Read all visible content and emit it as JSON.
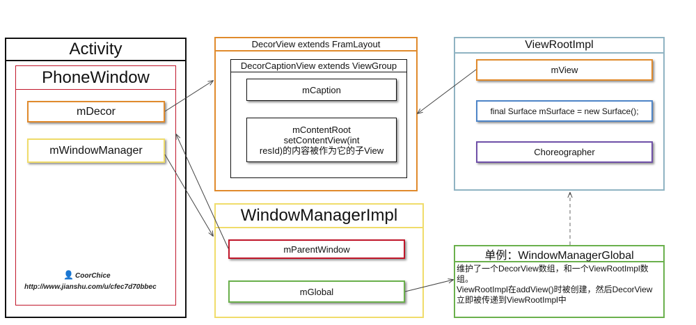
{
  "activity": {
    "title": "Activity"
  },
  "phone_window": {
    "title": "PhoneWindow",
    "fields": {
      "decor": "mDecor",
      "window_manager": "mWindowManager"
    }
  },
  "decor_view": {
    "title": "DecorView extends FramLayout",
    "caption_view": {
      "title": "DecorCaptionView extends ViewGroup",
      "caption": "mCaption",
      "content_root_lines": [
        "mContentRoot",
        "setContentView(int",
        "resId)的内容被作为它的子View"
      ]
    }
  },
  "view_root_impl": {
    "title": "ViewRootImpl",
    "fields": {
      "view": "mView",
      "surface": "final Surface mSurface = new Surface();",
      "choreographer": "Choreographer"
    }
  },
  "window_manager_impl": {
    "title": "WindowManagerImpl",
    "fields": {
      "parent_window": "mParentWindow",
      "global": "mGlobal"
    }
  },
  "window_manager_global": {
    "title": "单例：WindowManagerGlobal",
    "desc_lines": [
      "维护了一个DecorView数组，和一个ViewRootImpl数",
      "组。",
      "ViewRootImpl在addView()时被创建，然后DecorView",
      "立即被传递到ViewRootImpl中"
    ]
  },
  "watermark": {
    "author": "CoorChice",
    "url": "http://www.jianshu.com/u/cfec7d70bbec"
  },
  "colors": {
    "black": "#111111",
    "red": "#c0162a",
    "orange": "#e08a2c",
    "yellow": "#f0dc6a",
    "blue": "#4e85c8",
    "teal": "#8fb3c2",
    "purple": "#6f50a8",
    "green": "#6ab04c",
    "gray": "#666666"
  }
}
